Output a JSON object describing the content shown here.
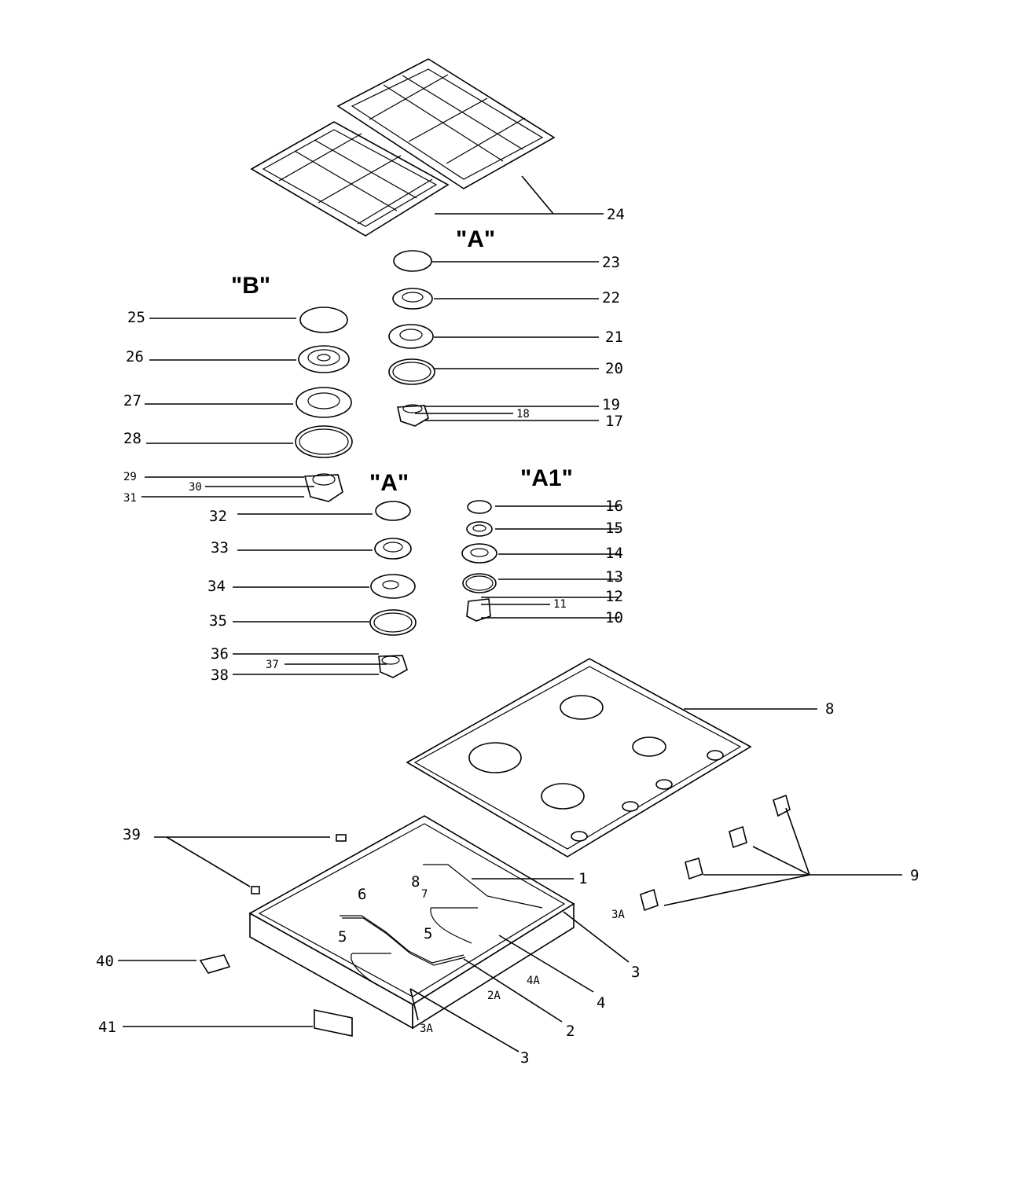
{
  "group_labels": {
    "a_top": "\"A\"",
    "b": "\"B\"",
    "a_mid": "\"A\"",
    "a1": "\"A1\""
  },
  "callouts": {
    "n1": "1",
    "n2": "2",
    "n2a": "2A",
    "n3_right": "3",
    "n3_bottom": "3",
    "n3a_right": "3A",
    "n3a_bottom": "3A",
    "n4": "4",
    "n4a": "4A",
    "n5_left": "5",
    "n5_right": "5",
    "n6": "6",
    "n7": "7",
    "n8_tray": "8",
    "n8": "8",
    "n9": "9",
    "n10": "10",
    "n11": "11",
    "n12": "12",
    "n13": "13",
    "n14": "14",
    "n15": "15",
    "n16": "16",
    "n17": "17",
    "n18": "18",
    "n19": "19",
    "n20": "20",
    "n21": "21",
    "n22": "22",
    "n23": "23",
    "n24": "24",
    "n25": "25",
    "n26": "26",
    "n27": "27",
    "n28": "28",
    "n29": "29",
    "n30": "30",
    "n31": "31",
    "n32": "32",
    "n33": "33",
    "n34": "34",
    "n35": "35",
    "n36": "36",
    "n37": "37",
    "n38": "38",
    "n39": "39",
    "n40": "40",
    "n41": "41"
  }
}
